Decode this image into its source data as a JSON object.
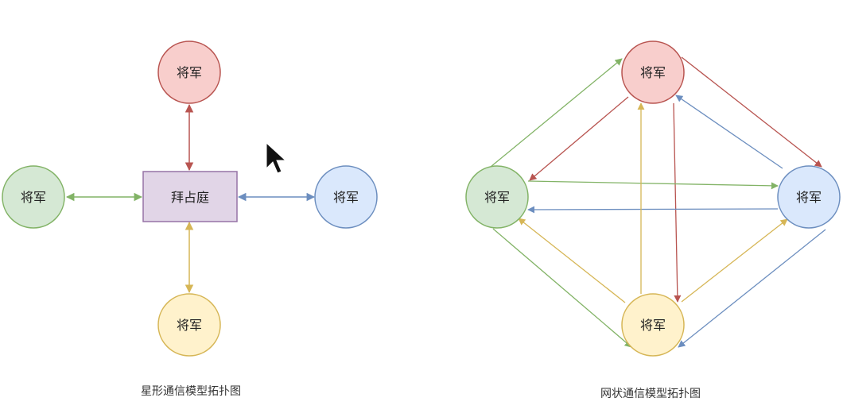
{
  "node_label": "将军",
  "hub_label": "拜占庭",
  "captions": {
    "star": "星形通信模型拓扑图",
    "mesh": "网状通信模型拓扑图"
  },
  "colors": {
    "red_fill": "#f8cecc",
    "red_stroke": "#b85450",
    "green_fill": "#d5e8d4",
    "green_stroke": "#82b366",
    "blue_fill": "#dae8fc",
    "blue_stroke": "#6c8ebf",
    "yellow_fill": "#fff2cc",
    "yellow_stroke": "#d6b656",
    "purple_fill": "#e1d5e7",
    "purple_stroke": "#9673a6"
  }
}
